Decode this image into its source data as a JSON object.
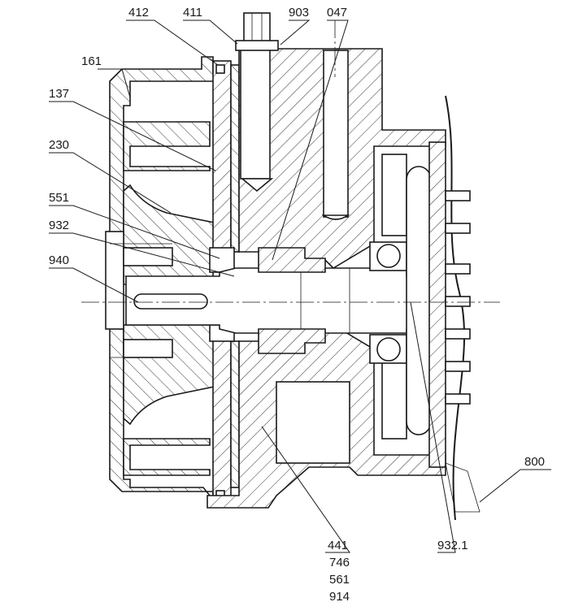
{
  "drawing": {
    "description_labels": {
      "p161": "161",
      "p137": "137",
      "p230": "230",
      "p551": "551",
      "p932": "932",
      "p940": "940",
      "p412": "412",
      "p411": "411",
      "p903": "903",
      "p047": "047",
      "p800": "800",
      "p932_1": "932.1",
      "p441": "441",
      "p746": "746",
      "p561": "561",
      "p914": "914"
    },
    "line_color": "#1a1a1a",
    "background": "#ffffff"
  }
}
